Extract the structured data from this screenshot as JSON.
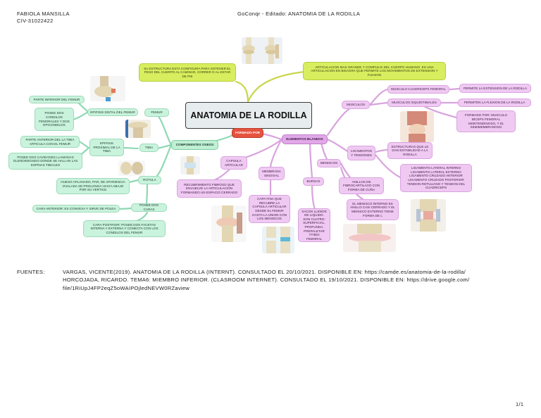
{
  "header": {
    "author": "FABIOLA MANSILLA",
    "id": "CIV-31022422",
    "title": "GoConqr - Editado: ANATOMIA DE LA RODILLA"
  },
  "central": "ANATOMIA DE LA RODILLA",
  "nodes": {
    "estructura": "SU ESTRUCTURA ESTA CONFIGURA PARA SOTENER EL PESO DEL CUERPO AL CAMINAR, CORRER O AL ESTAR DE PIE",
    "articulacion": "ARTICULACION MAS GRANDE Y COMPLEJA DEL CUERPO HUMANO. ES UNA ARTICULACION EN BISAGRA QUE PERMITE LOS MOVIMIENTOS DE EXTENSION Y FLEXION",
    "formado_por": "FORMADO POR",
    "componentes_oseos": "COMPONENTES OSEOS",
    "elementos_blandos": "ELEMENTOS BLANDOS",
    "femur": "FEMUR",
    "tibia": "TIBIA",
    "rotula": "ROTULA",
    "epifisis_distal": "EPIFISIS DISTAL DEL FEMUR",
    "parte_inferior": "PARTE INFERIOR DEL FEMUR",
    "condilos": "POSEE DOS CONDILOS FEMORALES Y DOS EPICONDILOS",
    "epifisis_proximal": "EPIFISIS PROXIMAL DE LA TIBIA",
    "parte_anterior_tibia": "PARTE ANTERIOR DEL LA TIBIA ARTICULA CON EL FEMUR",
    "cavidades": "POSEE DOS CAVIDADES LLAMADAS GLENOIDEOSDO DONDE SE HALLAN LAS ESPINAS TIBIALES",
    "hueso_aplanado": "HUESO APLANADO, PAR, DE APARIENCIA OVALADA SE PROLONGA HACIA ABAJO POR SU VERTICE",
    "posee_dos_caras": "POSEE DOS CARAS",
    "cara_anterior": "CARA ANTERIOR: ES CONVEXA Y SIRVE DE POLEA",
    "cara_posterior": "CARA POSTRIOR: POSEE DOS FACETAS INTERNA Y EXTERNA Y CONECTA CON LOS CONDILOS DEL FEMUR",
    "capsula": "CAPSULA ARTICULAR",
    "recubrimiento": "RECUBRIMIENTO FIBROSO QUE ENVUELVE LA ARTICULACION FORMANDO UN ESPACIO CERRADO",
    "membrana": "MEMBRANA SINOVIAL",
    "capa_fina": "CAPA FINA QUE RECUBRE LA CAPSULA ARTICULAR DESDE EL FEMUR HASTA LA UNION CON LOS MENISCOS",
    "bursas": "BURSAS",
    "sacos": "SACOS LLENOS DE LIQUIDO. SON CUATRO: SUPERFICIAL, PROFUNDA, PREPALETAR YTIBIO FEMORAL",
    "meniscos": "MENISCOS",
    "anillos": "ANILLOS DE FIBROCARTILAGO CON FORMA DE CUÑA",
    "menisco_interno": "EL MENISCO INTERNO ES ANILLO CASI CERRADO Y EL MENISCO EXTERNO TIENE FORMA DE L",
    "musculos": "MUSCULOS",
    "cuadriceps": "MUSCULO CUADRICEPS FEMORAL",
    "extension": "PERMITE LA EXTENSION DE LA RODILLA",
    "isquiotibiales": "MUSCULOS ISQUIOTIBIALES",
    "flexion": "PERMITEN LA FLEXION DE LA RODILLA",
    "formado_musculo": "FORMADO POR: MUSCULO BICEPS FEMORAL SEMITENDINOSO, Y EL SEMIMEMBRANOSO",
    "ligamentos": "LIGAMENTOS Y TENDONES",
    "estructuras": "ESTRUCTURAS QUE LE DAN ESTABILIDAD A LA RODILLA",
    "ligamento_lista": "LIGAMENTO LATERAL INTERNO LIGAMENTO LATERAL EXTERNO LIGAMENTO CRUZADO ANTERIOR LIGAMENTO CRUZADO POSTERIOR TENDON ROTULIANO Y TENDON DEL CUADRICEPS"
  },
  "sources": {
    "label": "FUENTES:",
    "line1": "VARGAS, VICENTE(2019). ANATOMIA DE LA RODILLA (INTERNT). CONSULTADO EL 20/10/2021. DISPONIBLE EN: https://camde.es/anatomia-de-la-rodilla/",
    "line2": "HORCOJADA, RICARDO. TEMA6: MIEMBRO INFERIOR. (CLASROOM INTERNET). CONSULTADO EL 19/10/2021. DISPONIBLE EN: https://drive.google.com/",
    "line3": "file/1RiUpJ4FP2eqZ5oWAIPOjledNEVW0RZaview"
  },
  "footer": {
    "page": "1/1"
  },
  "colors": {
    "green": "#c9f3dc",
    "purple": "#efc9f2",
    "yellow": "#d9ee5e",
    "red": "#e5533f",
    "link_green": "#8ed9b4",
    "link_purple": "#d8a3de",
    "link_yellow": "#c9d64a"
  }
}
